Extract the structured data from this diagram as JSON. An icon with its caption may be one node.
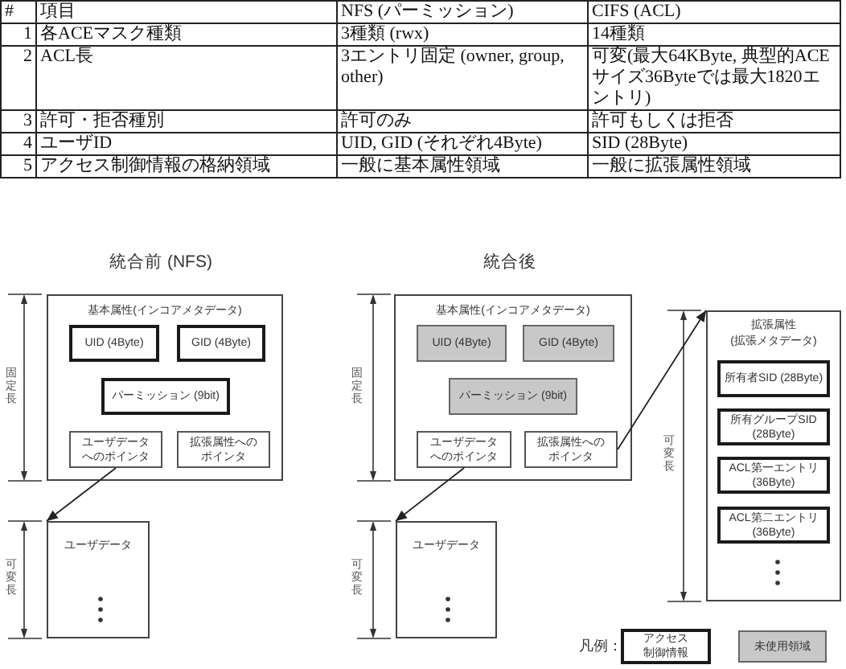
{
  "diagram": {
    "nodes": [
      {
        "text": [
          "基本属性(インコアメタデータ)"
        ]
      },
      {
        "text": [
          "UID (4Byte)"
        ],
        "in": 0
      },
      {
        "text": [
          "GID (4Byte)"
        ],
        "in": 0
      },
      {
        "text": [
          "パーミッション (9bit)"
        ],
        "in": 0
      },
      {
        "text": [
          "ユーザデータへのポインタ"
        ],
        "in": 0
      },
      {
        "text": [
          "拡張属性へのポインタ"
        ],
        "in": 0
      },
      {
        "text": [
          "ユーザデータ"
        ]
      },
      {
        "text": [
          "基本属性(インコアメタデータ)"
        ]
      },
      {
        "text": [
          "UID (4Byte)"
        ],
        "in": 7
      },
      {
        "text": [
          "GID (4Byte)"
        ],
        "in": 7
      },
      {
        "text": [
          "パーミッション (9bit)"
        ],
        "in": 7
      },
      {
        "text": [
          "ユーザデータへのポインタ"
        ],
        "in": 7
      },
      {
        "text": [
          "拡張属性へのポインタ"
        ],
        "in": 7
      },
      {
        "text": [
          "ユーザデータ"
        ]
      },
      {
        "text": [
          "拡張属性(拡張メタデータ)"
        ]
      },
      {
        "text": [
          "所有者SID (28Byte)"
        ],
        "in": 14
      },
      {
        "text": [
          "所有グループSID (28Byte)"
        ],
        "in": 14
      },
      {
        "text": [
          "ACL第一エントリ (36Byte)"
        ],
        "in": 14
      },
      {
        "text": [
          "ACL第二エントリ (36Byte)"
        ],
        "in": 14
      }
    ],
    "edges": [
      {
        "from": 4,
        "to": 6,
        "arrow": "to"
      },
      {
        "from": 11,
        "to": 13,
        "arrow": "to"
      },
      {
        "from": 12,
        "to": 14,
        "arrow": "to"
      }
    ],
    "labels": [
      "#",
      "項目",
      "NFS (パーミッション)",
      "CIFS (ACL)",
      "1",
      "各ACEマスク種類",
      "3種類 (rwx)",
      "14種類",
      "2",
      "ACL長",
      "3エントリ固定 (owner, group, other)",
      "可変(最大64KByte, 典型的ACEサイズ36Byteでは最大1820エントリ)",
      "3",
      "許可・拒否種別",
      "許可のみ",
      "許可もしくは拒否",
      "4",
      "ユーザID",
      "UID, GID (それぞれ4Byte)",
      "SID (28Byte)",
      "5",
      "アクセス制御情報の格納領域",
      "一般に基本属性領域",
      "一般に拡張属性領域",
      "統合前 (NFS)",
      "統合後",
      "固定長",
      "固定長",
      "可変長",
      "可変長",
      "可変長",
      "凡例："
    ],
    "legend": [
      {
        "text": "アクセス制御情報"
      },
      {
        "text": "未使用領域",
        "color": "#c8c8c8"
      }
    ]
  }
}
